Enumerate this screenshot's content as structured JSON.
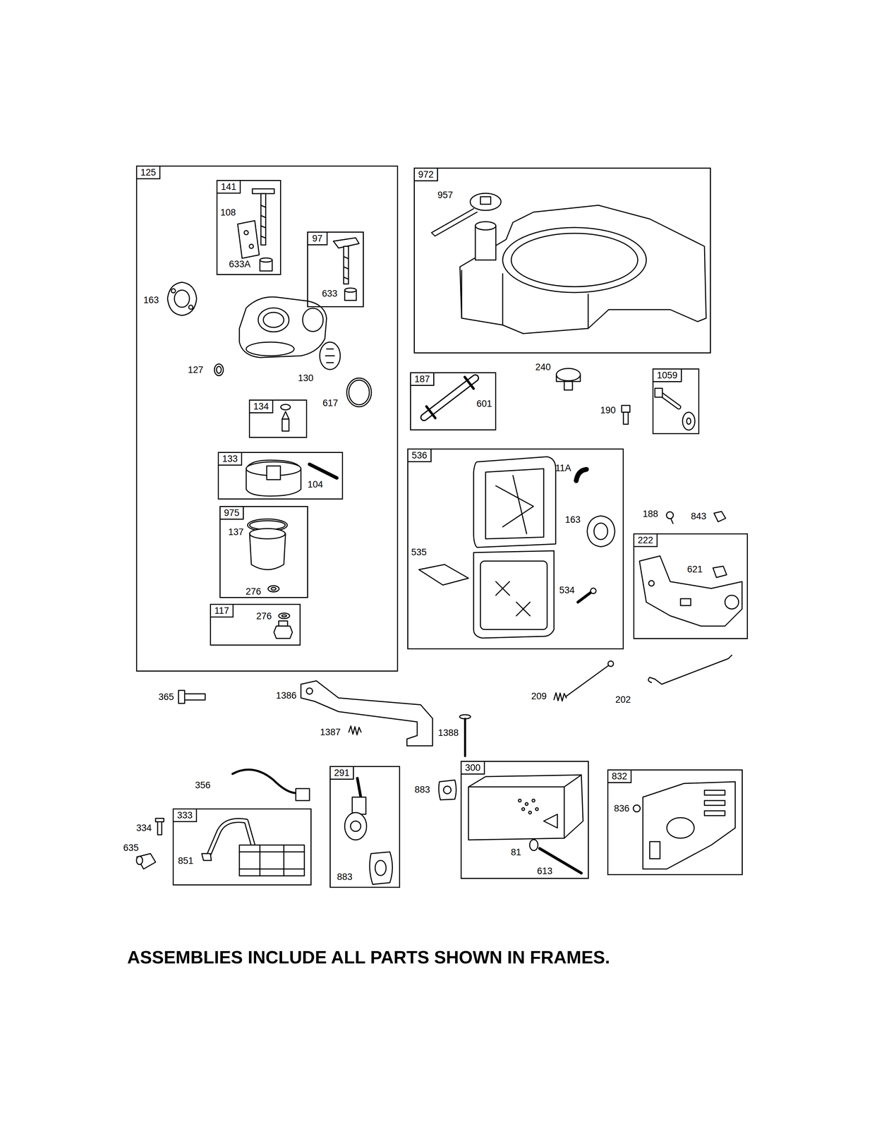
{
  "diagram": {
    "caption": "ASSEMBLIES INCLUDE ALL PARTS SHOWN IN FRAMES.",
    "nodes": [
      {
        "text": [
          "125",
          "163",
          "127",
          "130",
          "617"
        ]
      },
      {
        "text": [
          "141",
          "108",
          "633A"
        ],
        "in": 0
      },
      {
        "text": [
          "97",
          "633"
        ],
        "in": 0
      },
      {
        "text": [
          "134"
        ],
        "in": 0
      },
      {
        "text": [
          "133",
          "104"
        ],
        "in": 0
      },
      {
        "text": [
          "975",
          "137",
          "276"
        ],
        "in": 0
      },
      {
        "text": [
          "117",
          "276"
        ],
        "in": 0
      },
      {
        "text": [
          "972",
          "957"
        ]
      },
      {
        "text": [
          "187",
          "601"
        ]
      },
      {
        "text": [
          "1059"
        ]
      },
      {
        "text": [
          "536",
          "11A",
          "163",
          "535",
          "534"
        ]
      },
      {
        "text": [
          "222",
          "621"
        ]
      },
      {
        "text": [
          "333",
          "851"
        ]
      },
      {
        "text": [
          "291",
          "883"
        ]
      },
      {
        "text": [
          "300",
          "81",
          "613"
        ]
      },
      {
        "text": [
          "832",
          "836"
        ]
      }
    ],
    "labels": [
      "240",
      "190",
      "188",
      "843",
      "365",
      "1386",
      "209",
      "202",
      "1387",
      "1388",
      "356",
      "883",
      "334",
      "635"
    ]
  }
}
